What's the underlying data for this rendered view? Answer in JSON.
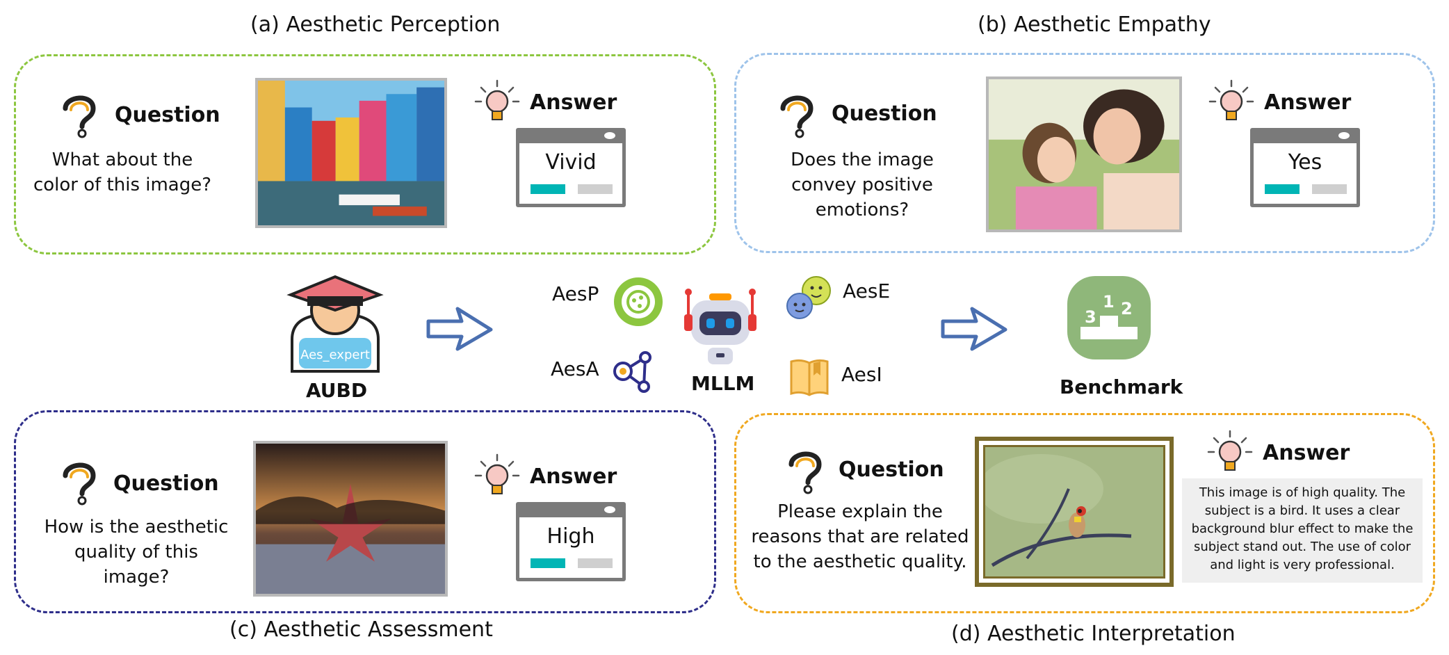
{
  "panels": {
    "perception": {
      "title": "(a) Aesthetic Perception",
      "question_label": "Question",
      "question_text": "What about the color of this image?",
      "answer_label": "Answer",
      "answer": "Vivid",
      "border_color": "#8cc63f"
    },
    "empathy": {
      "title": "(b) Aesthetic Empathy",
      "question_label": "Question",
      "question_text": "Does the image convey positive emotions?",
      "answer_label": "Answer",
      "answer": "Yes",
      "border_color": "#9ec3ea"
    },
    "assessment": {
      "title": "(c) Aesthetic Assessment",
      "question_label": "Question",
      "question_text": "How is the aesthetic quality of this image?",
      "answer_label": "Answer",
      "answer": "High",
      "border_color": "#2e2e8a"
    },
    "interpretation": {
      "title": "(d) Aesthetic Interpretation",
      "question_label": "Question",
      "question_text": "Please explain the reasons that are related to the aesthetic quality.",
      "answer_label": "Answer",
      "answer": "This image is of high quality. The subject is a bird. It uses a clear background blur effect to make the subject stand out. The use of color and light is very professional.",
      "border_color": "#f0a820"
    }
  },
  "center": {
    "expert_badge": "Aes_expert",
    "expert_label": "AUBD",
    "model_label": "MLLM",
    "benchmark_label": "Benchmark",
    "tasks": {
      "p": "AesP",
      "e": "AesE",
      "a": "AesA",
      "i": "AesI"
    },
    "podium": [
      "3",
      "1",
      "2"
    ]
  },
  "colors": {
    "arrow": "#4a6fb0",
    "robot_red": "#e53935",
    "robot_orange": "#ff9800",
    "aesp_green": "#8cc63f",
    "aese_yellow": "#d4e157",
    "aese_blue": "#7e9ce0",
    "aesa_navy": "#2e2e8a",
    "aesi_yellow": "#ffd27a",
    "benchmark_green": "#8fb77a",
    "answer_bar": "#00b5b5"
  }
}
